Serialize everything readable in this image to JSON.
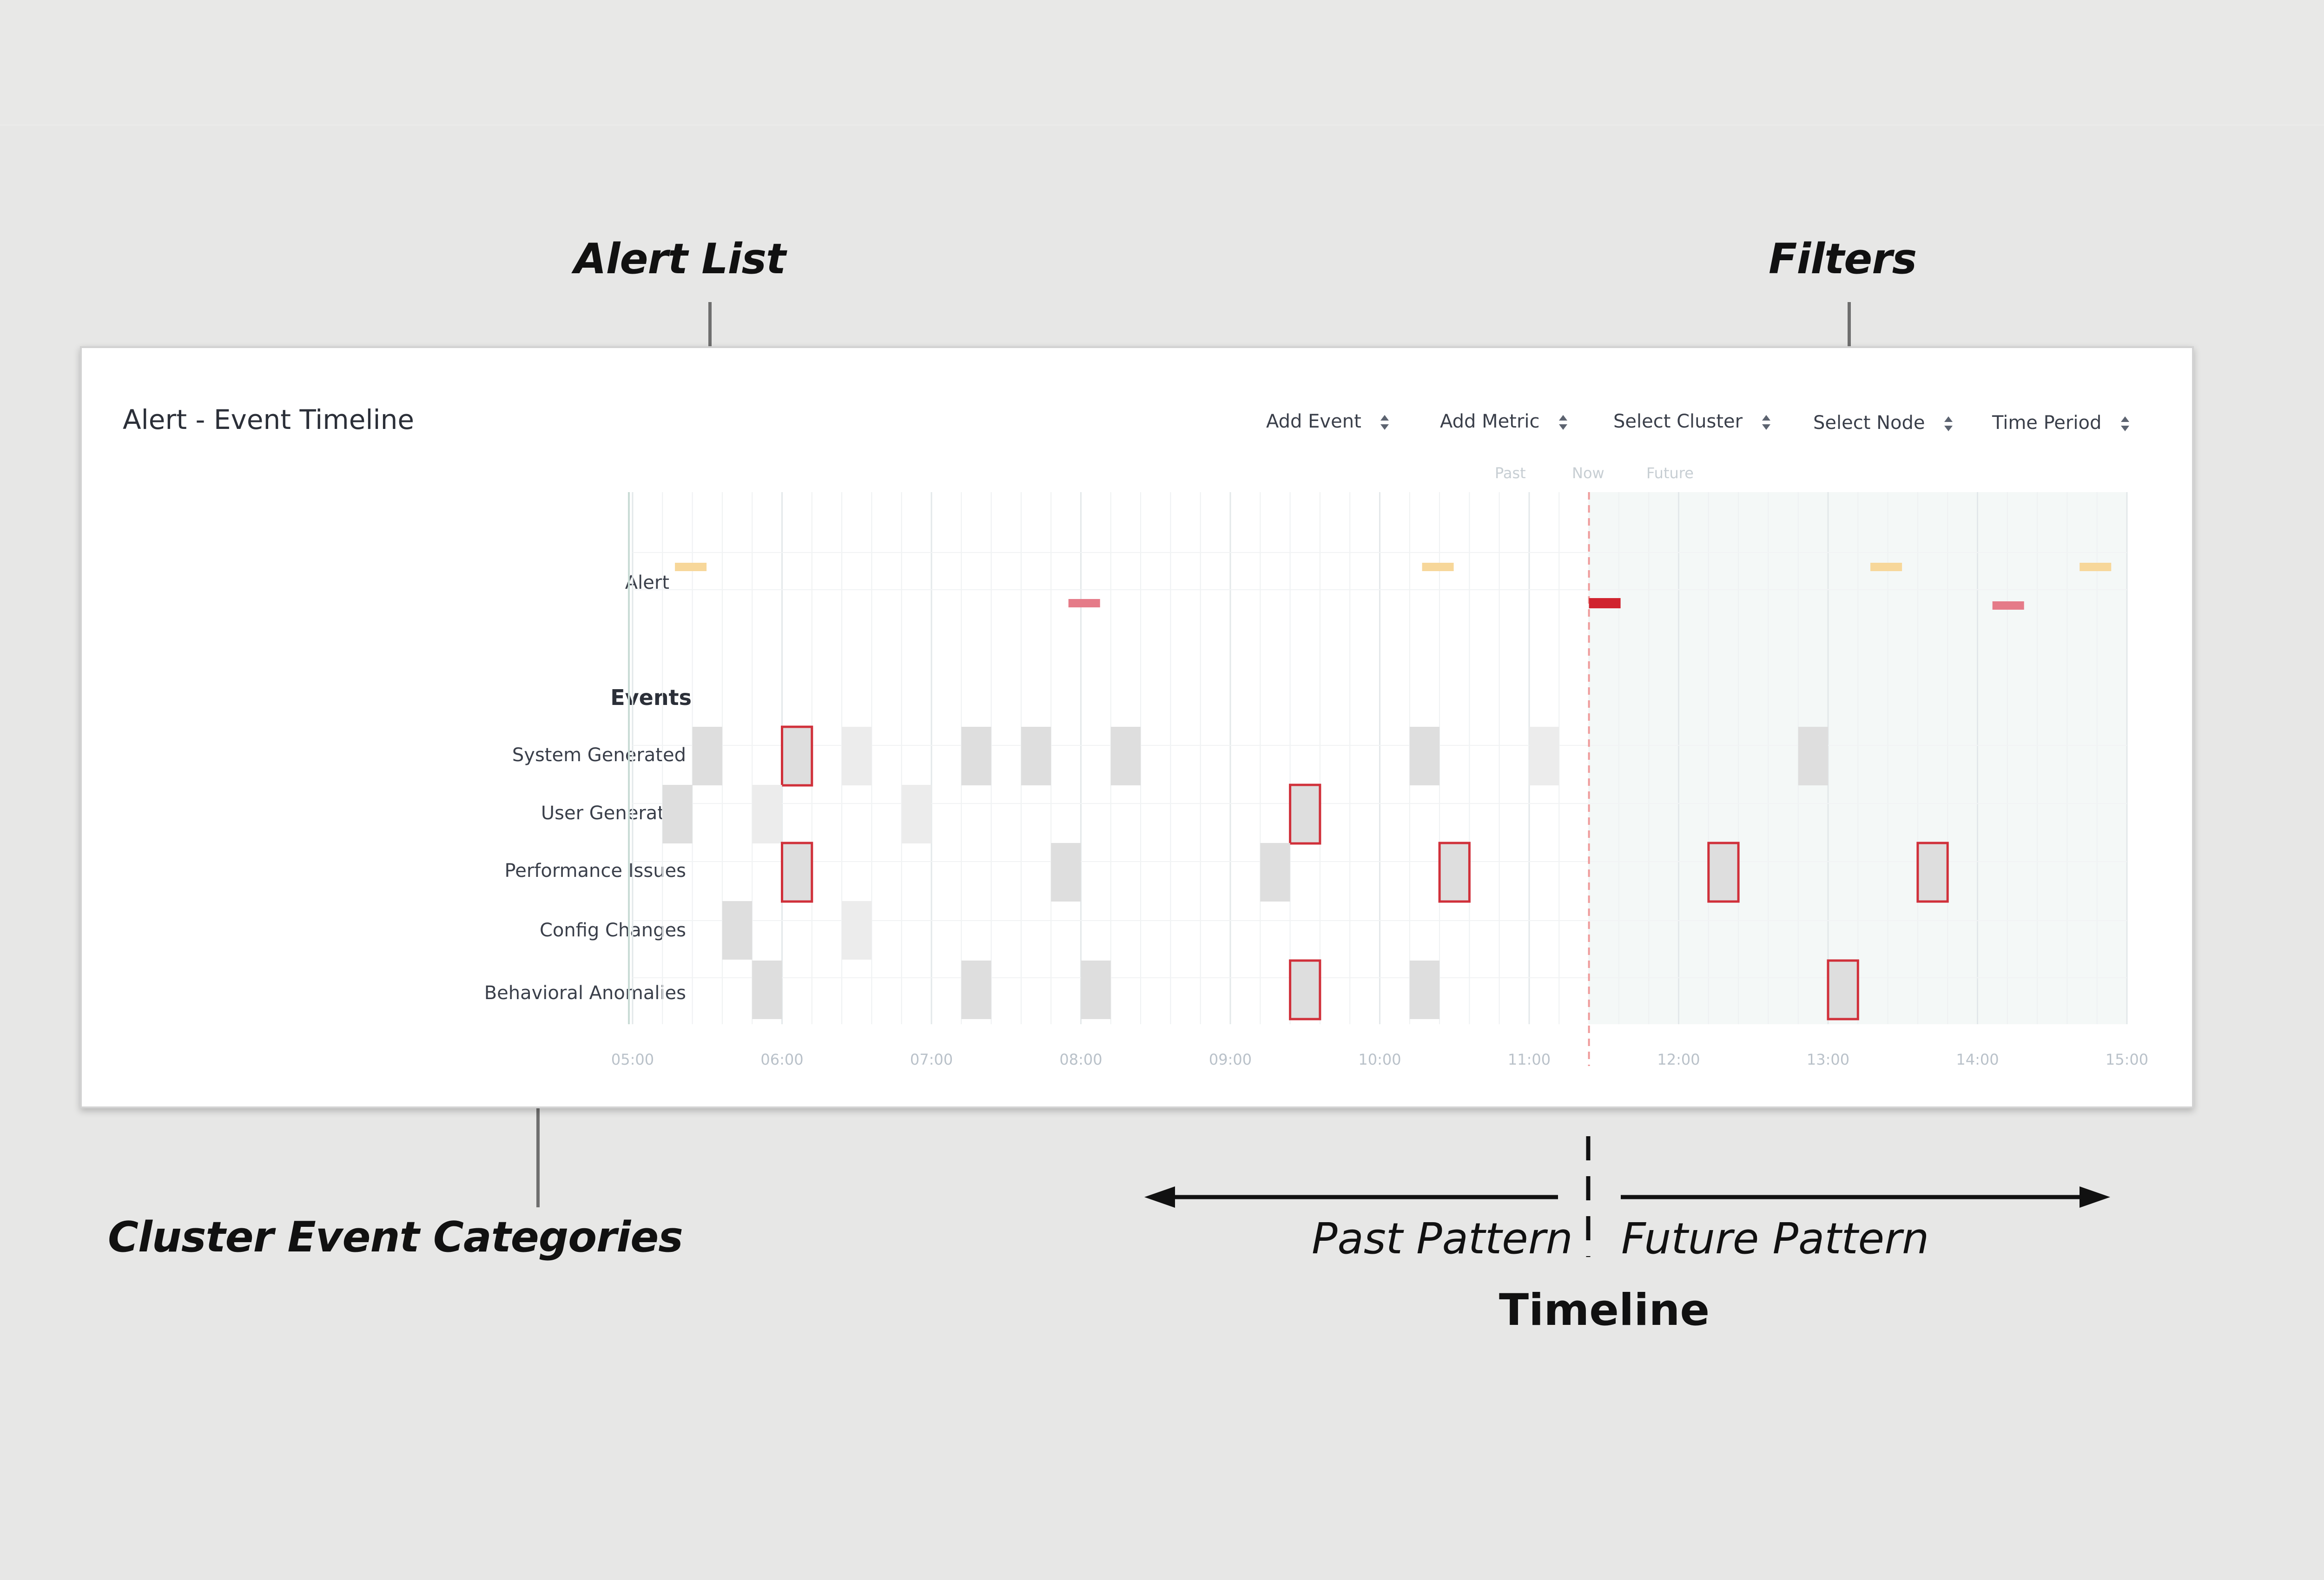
{
  "annotations": {
    "alert_list": "Alert List",
    "filters": "Filters",
    "cluster_event_categories": "Cluster Event Categories",
    "past_pattern": "Past Pattern",
    "future_pattern": "Future Pattern",
    "timeline": "Timeline"
  },
  "panel": {
    "title": "Alert - Event Timeline",
    "filters": [
      {
        "label": "Add Event"
      },
      {
        "label": "Add Metric"
      },
      {
        "label": "Select Cluster"
      },
      {
        "label": "Select Node"
      },
      {
        "label": "Time Period"
      }
    ],
    "phase_labels": {
      "past": "Past",
      "now": "Now",
      "future": "Future"
    },
    "alert_row_label": "Alert",
    "events_heading": "Events",
    "categories": [
      "System Generated",
      "User Generated",
      "Performance Issues",
      "Config Changes",
      "Behavioral Anomalies"
    ]
  },
  "chart_data": {
    "type": "heatmap",
    "x_tick_labels": [
      "05:00",
      "06:00",
      "07:00",
      "08:00",
      "09:00",
      "10:00",
      "11:00",
      "12:00",
      "13:00",
      "14:00",
      "15:00"
    ],
    "x_range_hours": [
      5.0,
      15.0
    ],
    "now_time": "11:24",
    "future_shading": true,
    "alerts": [
      {
        "time": "05:17",
        "severity": "warning"
      },
      {
        "time": "07:55",
        "severity": "major"
      },
      {
        "time": "10:17",
        "severity": "warning"
      },
      {
        "time": "11:24",
        "severity": "critical"
      },
      {
        "time": "13:17",
        "severity": "warning"
      },
      {
        "time": "14:06",
        "severity": "major"
      },
      {
        "time": "14:41",
        "severity": "warning"
      }
    ],
    "events": [
      {
        "category": "System Generated",
        "start": "05:24",
        "intensity": "mid",
        "flagged": false
      },
      {
        "category": "System Generated",
        "start": "06:00",
        "intensity": "mid",
        "flagged": true
      },
      {
        "category": "System Generated",
        "start": "06:24",
        "intensity": "light",
        "flagged": false
      },
      {
        "category": "System Generated",
        "start": "07:12",
        "intensity": "mid",
        "flagged": false
      },
      {
        "category": "System Generated",
        "start": "07:36",
        "intensity": "mid",
        "flagged": false
      },
      {
        "category": "System Generated",
        "start": "08:12",
        "intensity": "mid",
        "flagged": false
      },
      {
        "category": "System Generated",
        "start": "10:12",
        "intensity": "mid",
        "flagged": false
      },
      {
        "category": "System Generated",
        "start": "11:00",
        "intensity": "light",
        "flagged": false
      },
      {
        "category": "System Generated",
        "start": "12:48",
        "intensity": "mid",
        "flagged": false
      },
      {
        "category": "User Generated",
        "start": "05:12",
        "intensity": "mid",
        "flagged": false
      },
      {
        "category": "User Generated",
        "start": "05:48",
        "intensity": "light",
        "flagged": false
      },
      {
        "category": "User Generated",
        "start": "06:48",
        "intensity": "light",
        "flagged": false
      },
      {
        "category": "User Generated",
        "start": "09:24",
        "intensity": "mid",
        "flagged": true
      },
      {
        "category": "Performance Issues",
        "start": "06:00",
        "intensity": "mid",
        "flagged": true
      },
      {
        "category": "Performance Issues",
        "start": "07:48",
        "intensity": "mid",
        "flagged": false
      },
      {
        "category": "Performance Issues",
        "start": "09:12",
        "intensity": "mid",
        "flagged": false
      },
      {
        "category": "Performance Issues",
        "start": "10:24",
        "intensity": "mid",
        "flagged": true
      },
      {
        "category": "Performance Issues",
        "start": "12:12",
        "intensity": "mid",
        "flagged": true
      },
      {
        "category": "Performance Issues",
        "start": "13:36",
        "intensity": "mid",
        "flagged": true
      },
      {
        "category": "Config Changes",
        "start": "05:36",
        "intensity": "mid",
        "flagged": false
      },
      {
        "category": "Config Changes",
        "start": "06:24",
        "intensity": "light",
        "flagged": false
      },
      {
        "category": "Behavioral Anomalies",
        "start": "05:48",
        "intensity": "mid",
        "flagged": false
      },
      {
        "category": "Behavioral Anomalies",
        "start": "07:12",
        "intensity": "mid",
        "flagged": false
      },
      {
        "category": "Behavioral Anomalies",
        "start": "08:00",
        "intensity": "mid",
        "flagged": false
      },
      {
        "category": "Behavioral Anomalies",
        "start": "09:24",
        "intensity": "mid",
        "flagged": true
      },
      {
        "category": "Behavioral Anomalies",
        "start": "10:12",
        "intensity": "mid",
        "flagged": false
      },
      {
        "category": "Behavioral Anomalies",
        "start": "13:00",
        "intensity": "mid",
        "flagged": true
      }
    ],
    "colors": {
      "warning": "#f7d79a",
      "major": "#e57b88",
      "critical": "#d0242f",
      "event_mid": "#dedede",
      "event_light": "#ececec",
      "flag_outline": "#d0303a",
      "now_line": "#ef9a9a",
      "future_bg": "#f4f8f7",
      "tick": "#b9c1c9"
    }
  }
}
